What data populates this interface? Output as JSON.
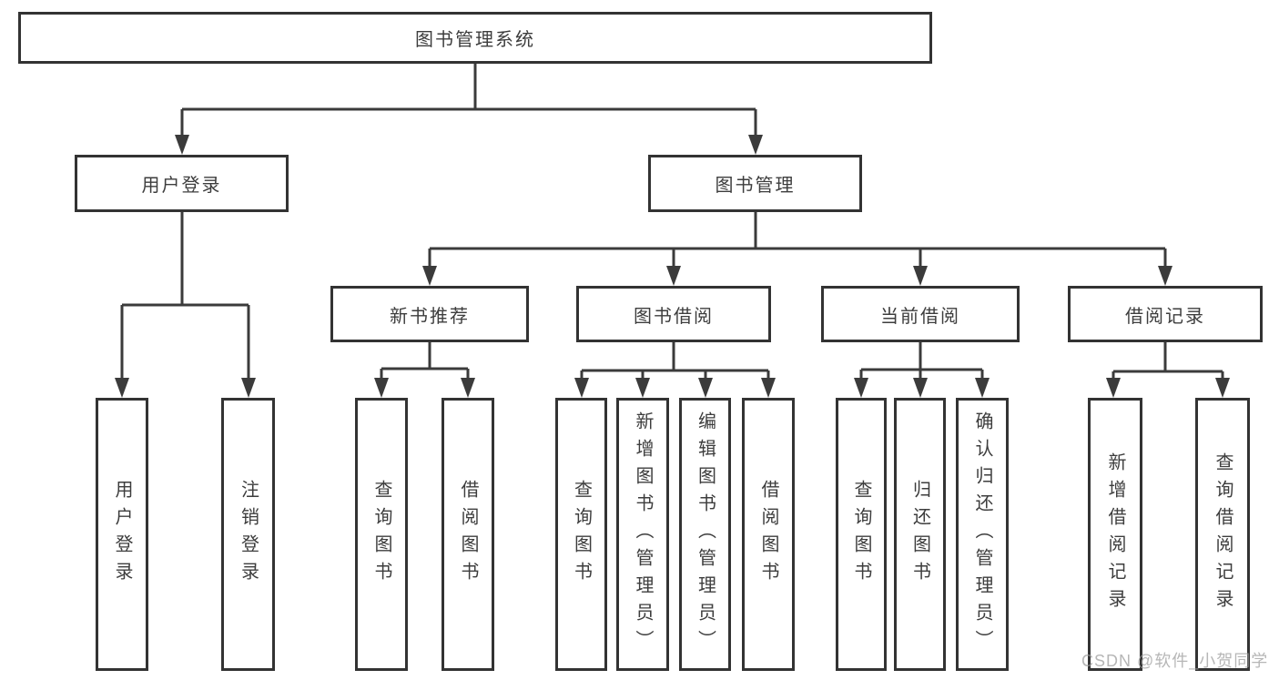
{
  "tree": {
    "label": "图书管理系统",
    "children": [
      {
        "label": "用户登录",
        "children": [
          {
            "label": "用户登录"
          },
          {
            "label": "注销登录"
          }
        ]
      },
      {
        "label": "图书管理",
        "children": [
          {
            "label": "新书推荐",
            "children": [
              {
                "label": "查询图书"
              },
              {
                "label": "借阅图书"
              }
            ]
          },
          {
            "label": "图书借阅",
            "children": [
              {
                "label": "查询图书"
              },
              {
                "label": "新增图书（管理员）"
              },
              {
                "label": "编辑图书（管理员）"
              },
              {
                "label": "借阅图书"
              }
            ]
          },
          {
            "label": "当前借阅",
            "children": [
              {
                "label": "查询图书"
              },
              {
                "label": "归还图书"
              },
              {
                "label": "确认归还（管理员）"
              }
            ]
          },
          {
            "label": "借阅记录",
            "children": [
              {
                "label": "新增借阅记录"
              },
              {
                "label": "查询借阅记录"
              }
            ]
          }
        ]
      }
    ]
  },
  "watermark": "CSDN @软件_小贺同学",
  "colors": {
    "line": "#3b3b3b",
    "box_border": "#333333",
    "box_fill": "#ffffff",
    "text": "#3d3d3d",
    "watermark": "#9e9e9e",
    "background": "#ffffff"
  }
}
